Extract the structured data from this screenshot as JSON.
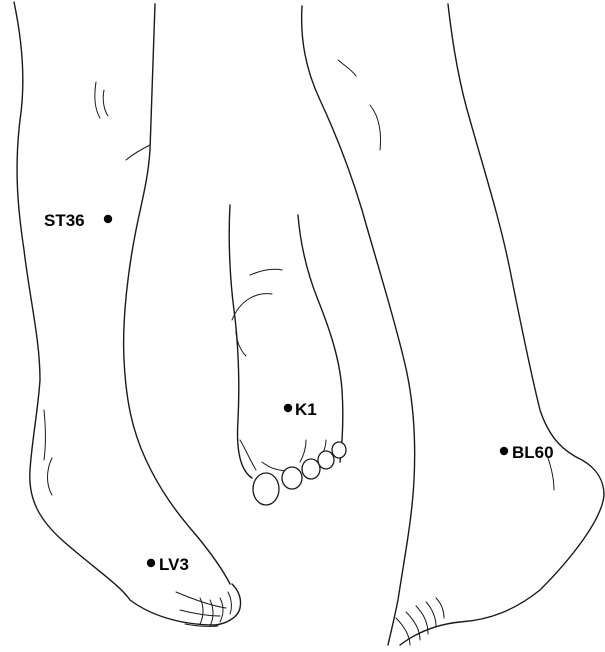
{
  "points": [
    {
      "id": "st36",
      "label": "ST36"
    },
    {
      "id": "k1",
      "label": "K1"
    },
    {
      "id": "bl60",
      "label": "BL60"
    },
    {
      "id": "lv3",
      "label": "LV3"
    }
  ]
}
